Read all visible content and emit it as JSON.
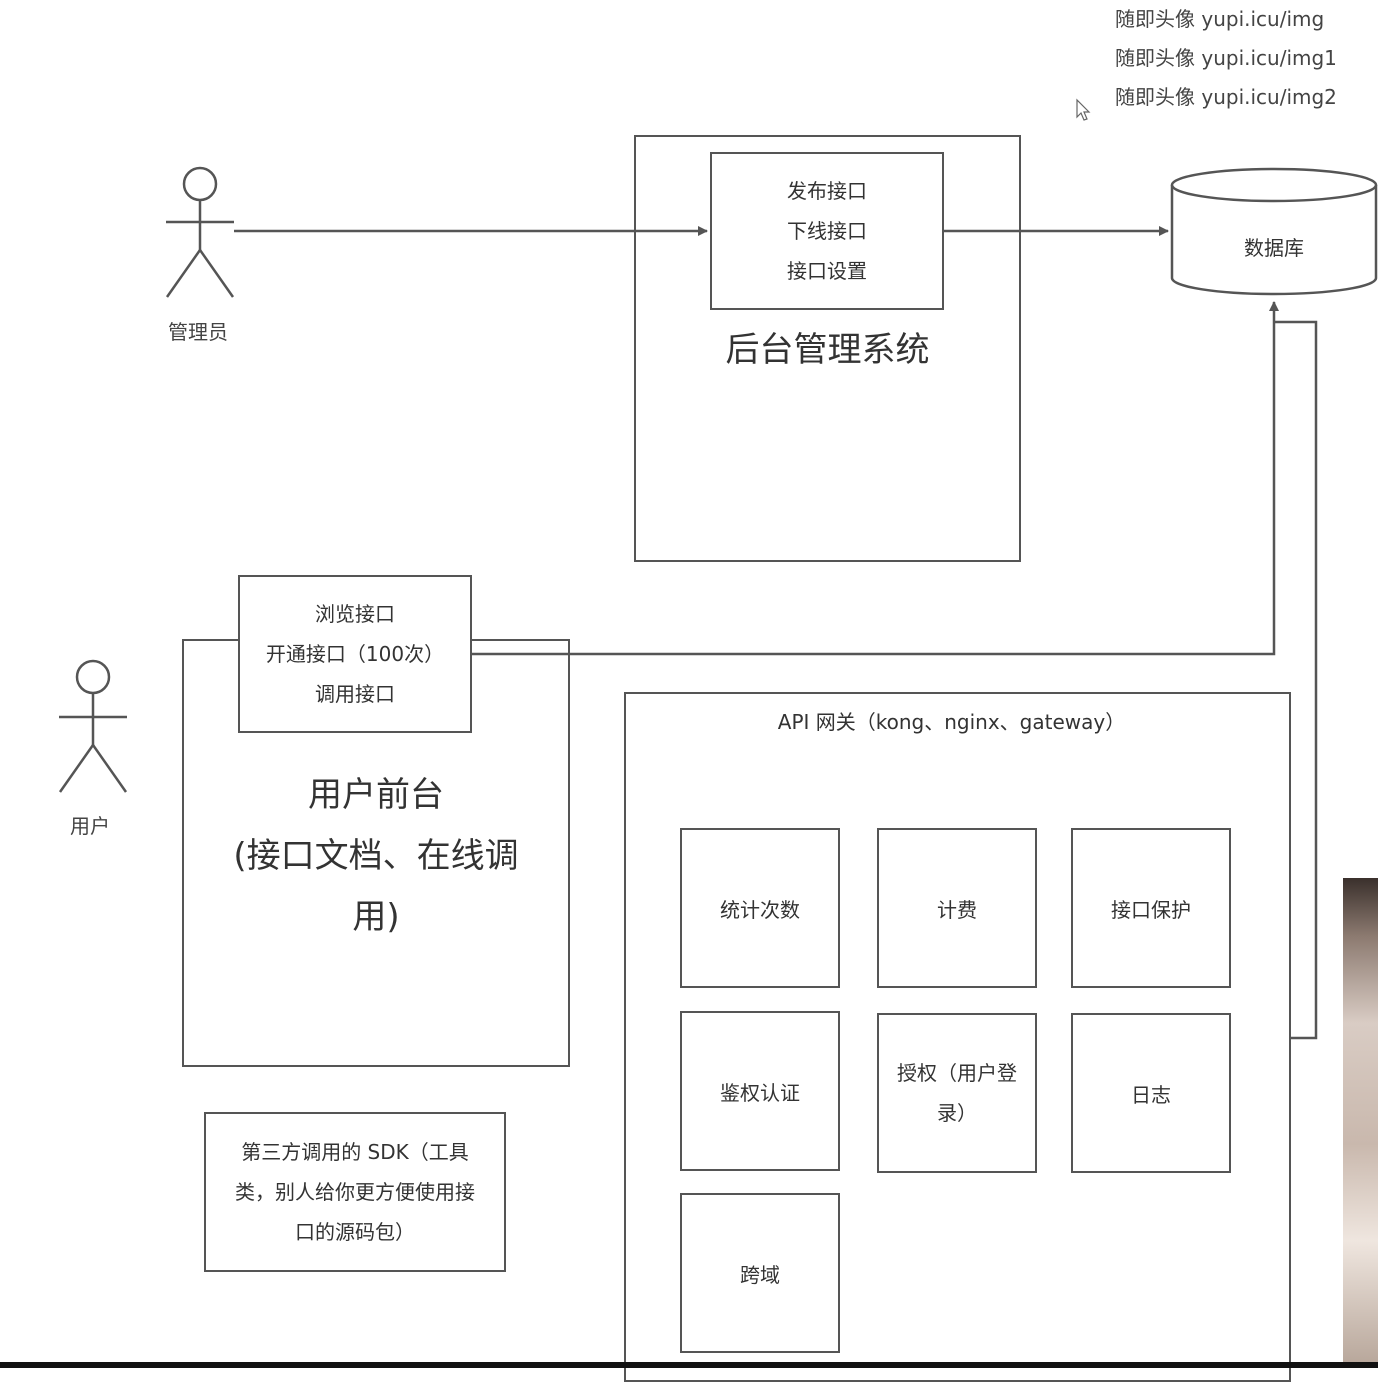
{
  "notes": [
    "随即头像 yupi.icu/img",
    "随即头像 yupi.icu/img1",
    "随即头像 yupi.icu/img2"
  ],
  "actors": {
    "admin": "管理员",
    "user": "用户"
  },
  "admin_system": {
    "title": "后台管理系统",
    "functions": [
      "发布接口",
      "下线接口",
      "接口设置"
    ]
  },
  "database": {
    "label": "数据库"
  },
  "user_frontend": {
    "title_lines": [
      "用户前台",
      "(接口文档、在线调",
      "用)"
    ],
    "functions": [
      "浏览接口",
      "开通接口（100次）",
      "调用接口"
    ]
  },
  "sdk": {
    "lines": [
      "第三方调用的 SDK（工具",
      "类，别人给你更方便使用接",
      "口的源码包）"
    ]
  },
  "gateway": {
    "title": "API 网关（kong、nginx、gateway）",
    "modules": {
      "stats": "统计次数",
      "billing": "计费",
      "protection": "接口保护",
      "auth": "鉴权认证",
      "authz_lines": [
        "授权（用户登",
        "录）"
      ],
      "logs": "日志",
      "cors": "跨域"
    }
  },
  "colors": {
    "stroke": "#555555",
    "text": "#333333",
    "background": "#ffffff"
  }
}
